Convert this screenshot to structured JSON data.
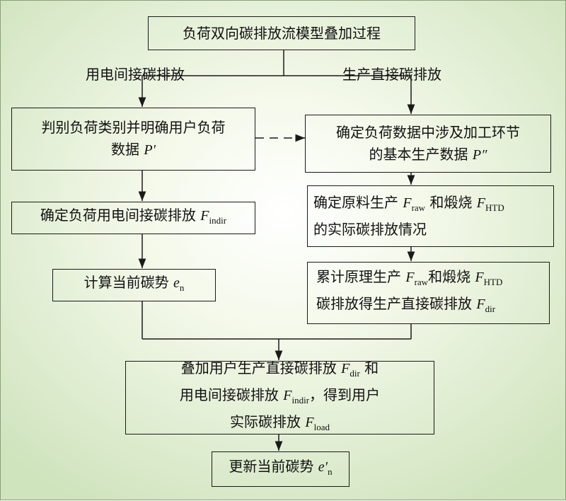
{
  "colors": {
    "background_center": "#ffffff",
    "background_edge": "#cfe3bd",
    "lines": "#1a1a1a"
  },
  "title": "负荷双向碳排放流模型叠加过程",
  "branch_labels": {
    "left": "用电间接碳排放",
    "right": "生产直接碳排放"
  },
  "left_column": {
    "step1": {
      "line1": "判别负荷类别并明确用户负荷",
      "line2_text": "数据 ",
      "line2_symbol": "P′"
    },
    "step2": {
      "text": "确定负荷用电间接碳排放 ",
      "symbol": "F",
      "sub": "indir"
    },
    "step3": {
      "text": "计算当前碳势 ",
      "symbol": "e",
      "sub": "n"
    }
  },
  "right_column": {
    "step1": {
      "line1": "确定负荷数据中涉及加工环节",
      "line2_text": "的基本生产数据 ",
      "line2_symbol": "P″"
    },
    "step2": {
      "line1_a": "确定原料生产 ",
      "sym1": "F",
      "sub1": "raw",
      "line1_b": " 和煅烧 ",
      "sym2": "F",
      "sub2": "HTD",
      "line2": "的实际碳排放情况"
    },
    "step3": {
      "line1_a": "累计原理生产 ",
      "sym1": "F",
      "sub1": "raw",
      "line1_b": "和煅烧 ",
      "sym2": "F",
      "sub2": "HTD",
      "line2_a": "碳排放得生产直接碳排放 ",
      "sym3": "F",
      "sub3": "dir"
    }
  },
  "merge_step": {
    "line1_a": "叠加用户生产直接碳排放 ",
    "sym1": "F",
    "sub1": "dir",
    "line1_b": " 和",
    "line2_a": "用电间接碳排放 ",
    "sym2": "F",
    "sub2": "indir",
    "line2_b": "，得到用户",
    "line3_a": "实际碳排放 ",
    "sym3": "F",
    "sub3": "load"
  },
  "final_step": {
    "text": "更新当前碳势 ",
    "symbol": "e′",
    "sub": "n"
  }
}
